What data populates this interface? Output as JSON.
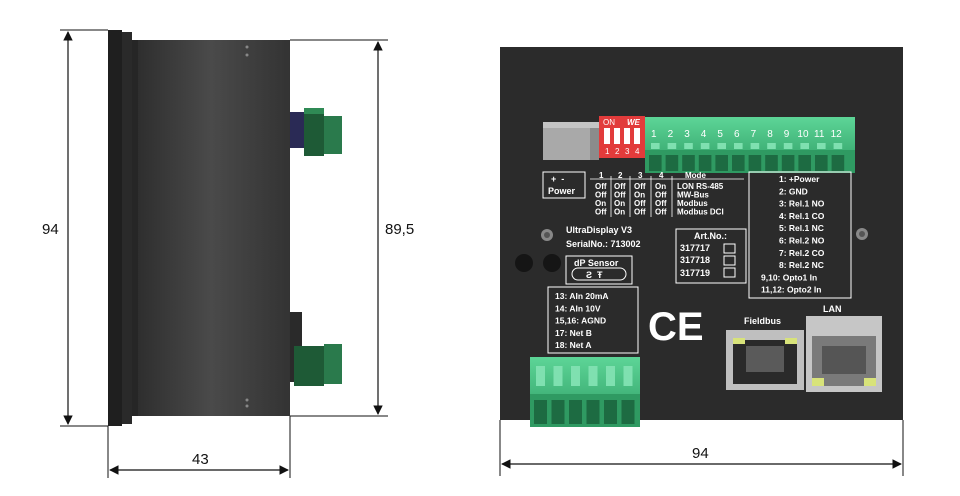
{
  "dimensions": {
    "height_outer": "94",
    "height_inner": "89,5",
    "depth": "43",
    "width": "94"
  },
  "device": {
    "model": "UltraDisplay V3",
    "serial": "SerialNo.: 713002",
    "power_polarity": "+  -",
    "power_label": "Power",
    "dp_sensor_label": "dP Sensor",
    "dp_sensor_symbols": "Ƨ  Ŧ",
    "ce_mark": "CE",
    "fieldbus_label": "Fieldbus",
    "lan_label": "LAN"
  },
  "dip_switch": {
    "on_label": "ON",
    "we_label": "WE",
    "switch_numbers": [
      "1",
      "2",
      "3",
      "4"
    ]
  },
  "top_terminal": {
    "pin_numbers": [
      "1",
      "2",
      "3",
      "4",
      "5",
      "6",
      "7",
      "8",
      "9",
      "10",
      "11",
      "12"
    ]
  },
  "mode_table": {
    "headers": [
      "1",
      "2",
      "3",
      "4",
      "Mode"
    ],
    "rows": [
      [
        "Off",
        "Off",
        "Off",
        "On",
        "LON RS-485"
      ],
      [
        "Off",
        "Off",
        "On",
        "Off",
        "MW-Bus"
      ],
      [
        "On",
        "On",
        "Off",
        "Off",
        "Modbus"
      ],
      [
        "Off",
        "On",
        "Off",
        "Off",
        "Modbus DCI"
      ]
    ]
  },
  "article_numbers": {
    "title": "Art.No.:",
    "items": [
      "317717",
      "317718",
      "317719"
    ]
  },
  "pin_assignment_right": [
    "1: +Power",
    "2: GND",
    "3: Rel.1 NO",
    "4: Rel.1 CO",
    "5: Rel.1 NC",
    "6: Rel.2 NO",
    "7: Rel.2 CO",
    "8: Rel.2 NC",
    "9,10: Opto1 In",
    "11,12: Opto2 In"
  ],
  "pin_assignment_bottom": [
    "13: AIn 20mA",
    "14: AIn 10V",
    "15,16: AGND",
    "17: Net B",
    "18: Net A"
  ],
  "colors": {
    "panel": "#2b2b2b",
    "terminal_green": "#3fb57a",
    "terminal_dark_green": "#1f7a4c",
    "dip_red": "#e23b3b",
    "side_body": "#3a3a3a"
  }
}
